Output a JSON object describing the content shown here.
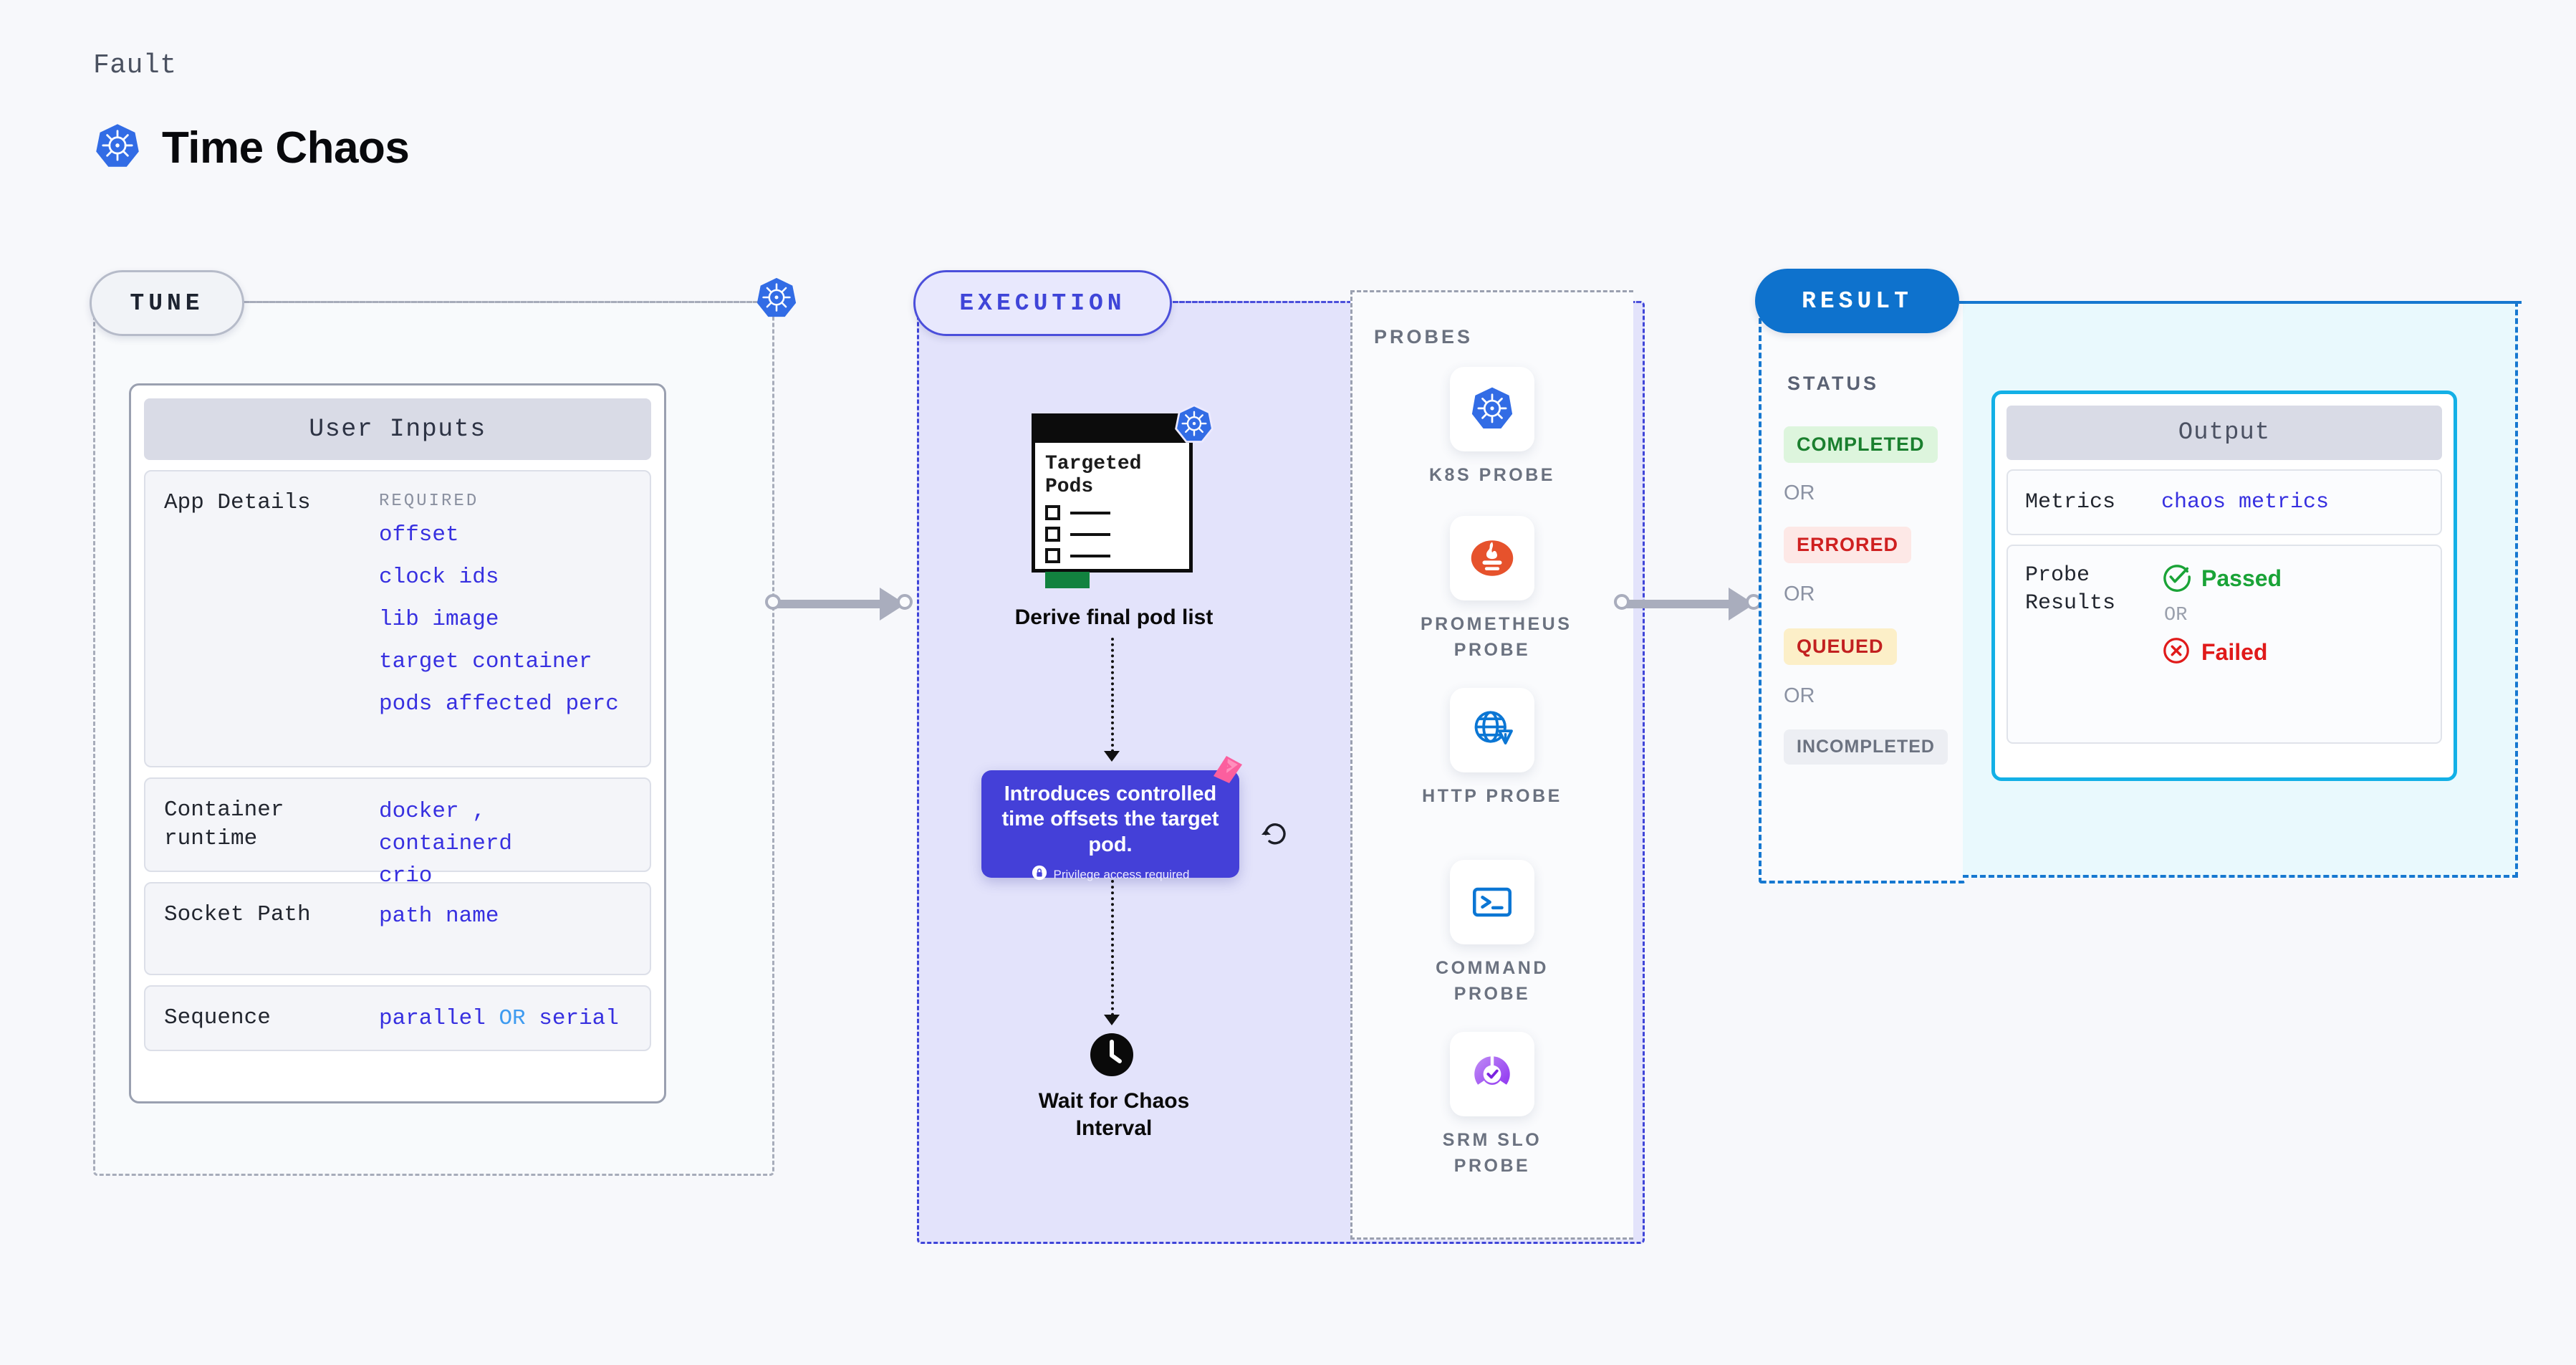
{
  "header": {
    "eyebrow": "Fault",
    "title": "Time Chaos",
    "logo_icon": "kubernetes-icon"
  },
  "tune": {
    "badge": "TUNE",
    "boundary_icon": "kubernetes-icon",
    "card_title": "User Inputs",
    "rows": [
      {
        "label": "App Details",
        "tag": "REQUIRED",
        "values": [
          "offset",
          "clock ids",
          "lib image",
          "target container",
          "pods affected perc"
        ]
      },
      {
        "label": "Container runtime",
        "values_line1_a": "docker",
        "values_line1_sep": ",",
        "values_line1_b": "containerd",
        "values_line2": "crio"
      },
      {
        "label": "Socket Path",
        "value": "path name"
      },
      {
        "label": "Sequence",
        "value_a": "parallel",
        "value_or": "OR",
        "value_b": "serial"
      }
    ]
  },
  "execution": {
    "badge": "EXECUTION",
    "pods_card": {
      "title_line1": "Targeted",
      "title_line2": "Pods",
      "icon": "kubernetes-icon"
    },
    "pods_caption": "Derive final pod list",
    "description": {
      "text": "Introduces controlled time offsets the target pod.",
      "privilege_note": "Privilege access required",
      "lock_icon": "lock-icon",
      "corner_icon": "chaos-fault-icon",
      "retry_icon": "refresh-icon"
    },
    "wait_node": {
      "icon": "clock-icon",
      "caption_line1": "Wait for Chaos",
      "caption_line2": "Interval"
    },
    "probes_label": "PROBES",
    "probes": [
      {
        "name": "K8S  PROBE",
        "icon": "kubernetes-icon"
      },
      {
        "name": "PROMETHEUS PROBE",
        "icon": "prometheus-icon"
      },
      {
        "name": "HTTP  PROBE",
        "icon": "http-globe-warning-icon"
      },
      {
        "name": "COMMAND PROBE",
        "icon": "terminal-icon"
      },
      {
        "name": "SRM  SLO PROBE",
        "icon": "slo-gauge-icon"
      }
    ]
  },
  "result": {
    "badge": "RESULT",
    "status_label": "STATUS",
    "or_text": "OR",
    "statuses": [
      {
        "label": "COMPLETED",
        "color": "#1a7f2e",
        "bg": "#ddf5dd"
      },
      {
        "label": "ERRORED",
        "color": "#cf2020",
        "bg": "#fde8e6"
      },
      {
        "label": "QUEUED",
        "color": "#c22020",
        "bg": "#fcefc8"
      },
      {
        "label": "INCOMPLETED",
        "color": "#6b7280",
        "bg": "#eceef3"
      }
    ],
    "output": {
      "title": "Output",
      "metrics_label": "Metrics",
      "metrics_value": "chaos metrics",
      "probe_results_label_line1": "Probe",
      "probe_results_label_line2": "Results",
      "passed": "Passed",
      "failed": "Failed",
      "or_text": "OR",
      "passed_icon": "check-circle-icon",
      "failed_icon": "x-circle-icon"
    }
  },
  "colors": {
    "kubernetes_blue": "#326ce5",
    "execution_purple": "#4440d8",
    "result_blue": "#0e72cd",
    "output_cyan": "#13b0e6",
    "value_indigo": "#3730e0"
  }
}
